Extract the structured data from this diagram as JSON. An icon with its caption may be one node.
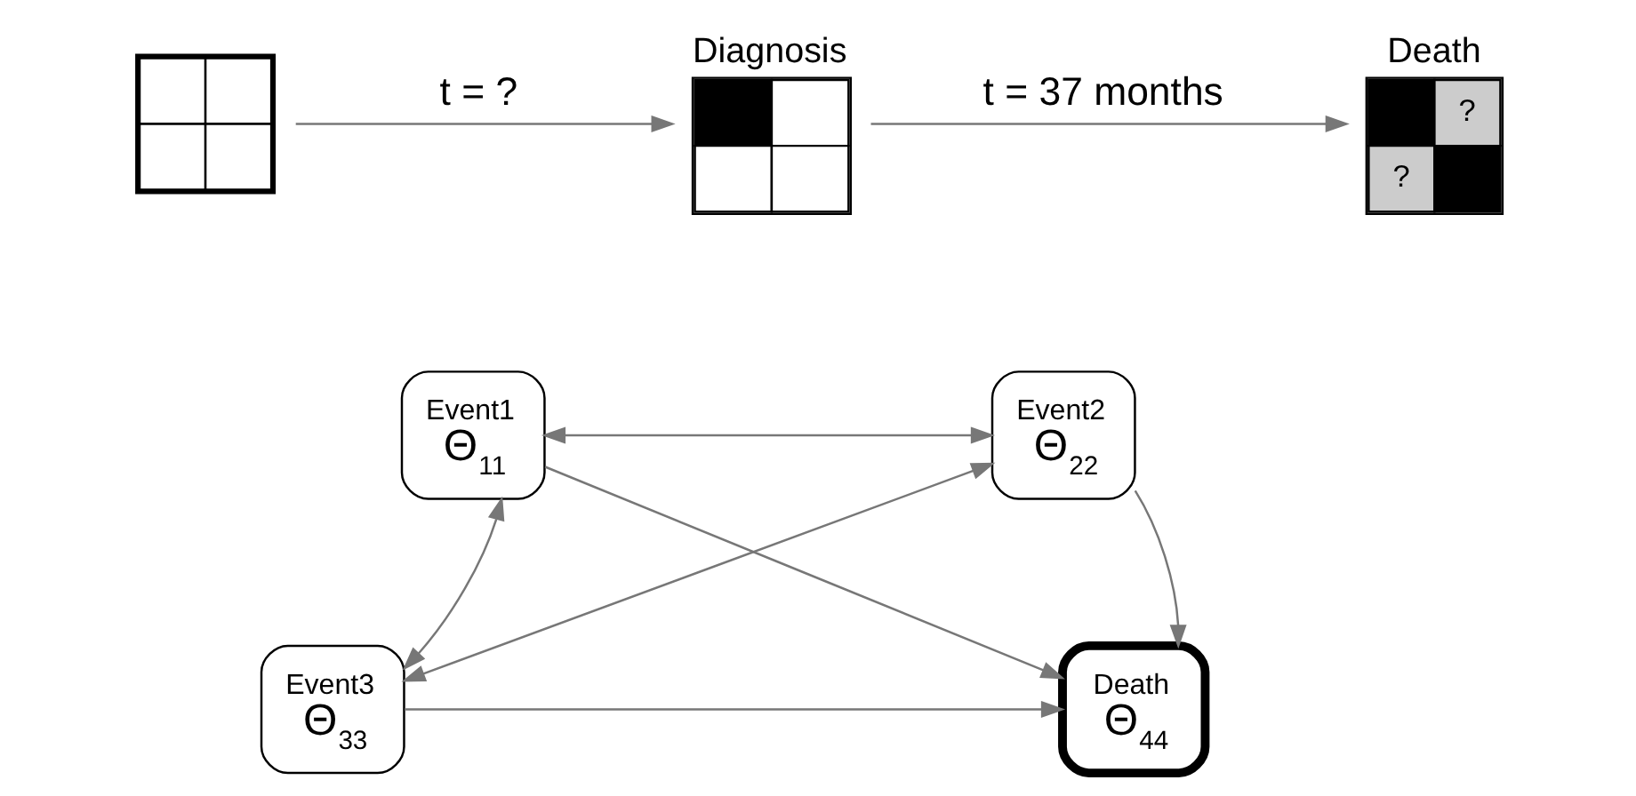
{
  "diagram": {
    "nodes": [
      {
        "text": [],
        "shape": "box"
      },
      {
        "text": [
          "Diagnosis"
        ]
      },
      {
        "text": [
          "Death",
          "?",
          "?"
        ]
      },
      {
        "text": [
          "Event1",
          "Θ$_{11}$"
        ]
      },
      {
        "text": [
          "Event2",
          "Θ$_{22}$"
        ]
      },
      {
        "text": [
          "Event3",
          "Θ$_{33}$"
        ]
      },
      {
        "text": [
          "Death",
          "Θ$_{44}$"
        ]
      }
    ],
    "edges": [
      {
        "from": 0,
        "to": 1,
        "arrow": "to",
        "label": "t = ?"
      },
      {
        "from": 1,
        "to": 2,
        "arrow": "to",
        "label": "t = 37 months"
      },
      {
        "from": 3,
        "to": 4,
        "arrow": "both"
      },
      {
        "from": 3,
        "to": 5,
        "arrow": "both"
      },
      {
        "from": 3,
        "to": 6,
        "arrow": "to"
      },
      {
        "from": 4,
        "to": 5,
        "arrow": "both"
      },
      {
        "from": 4,
        "to": 6,
        "arrow": "to"
      },
      {
        "from": 5,
        "to": 6,
        "arrow": "to"
      }
    ]
  }
}
